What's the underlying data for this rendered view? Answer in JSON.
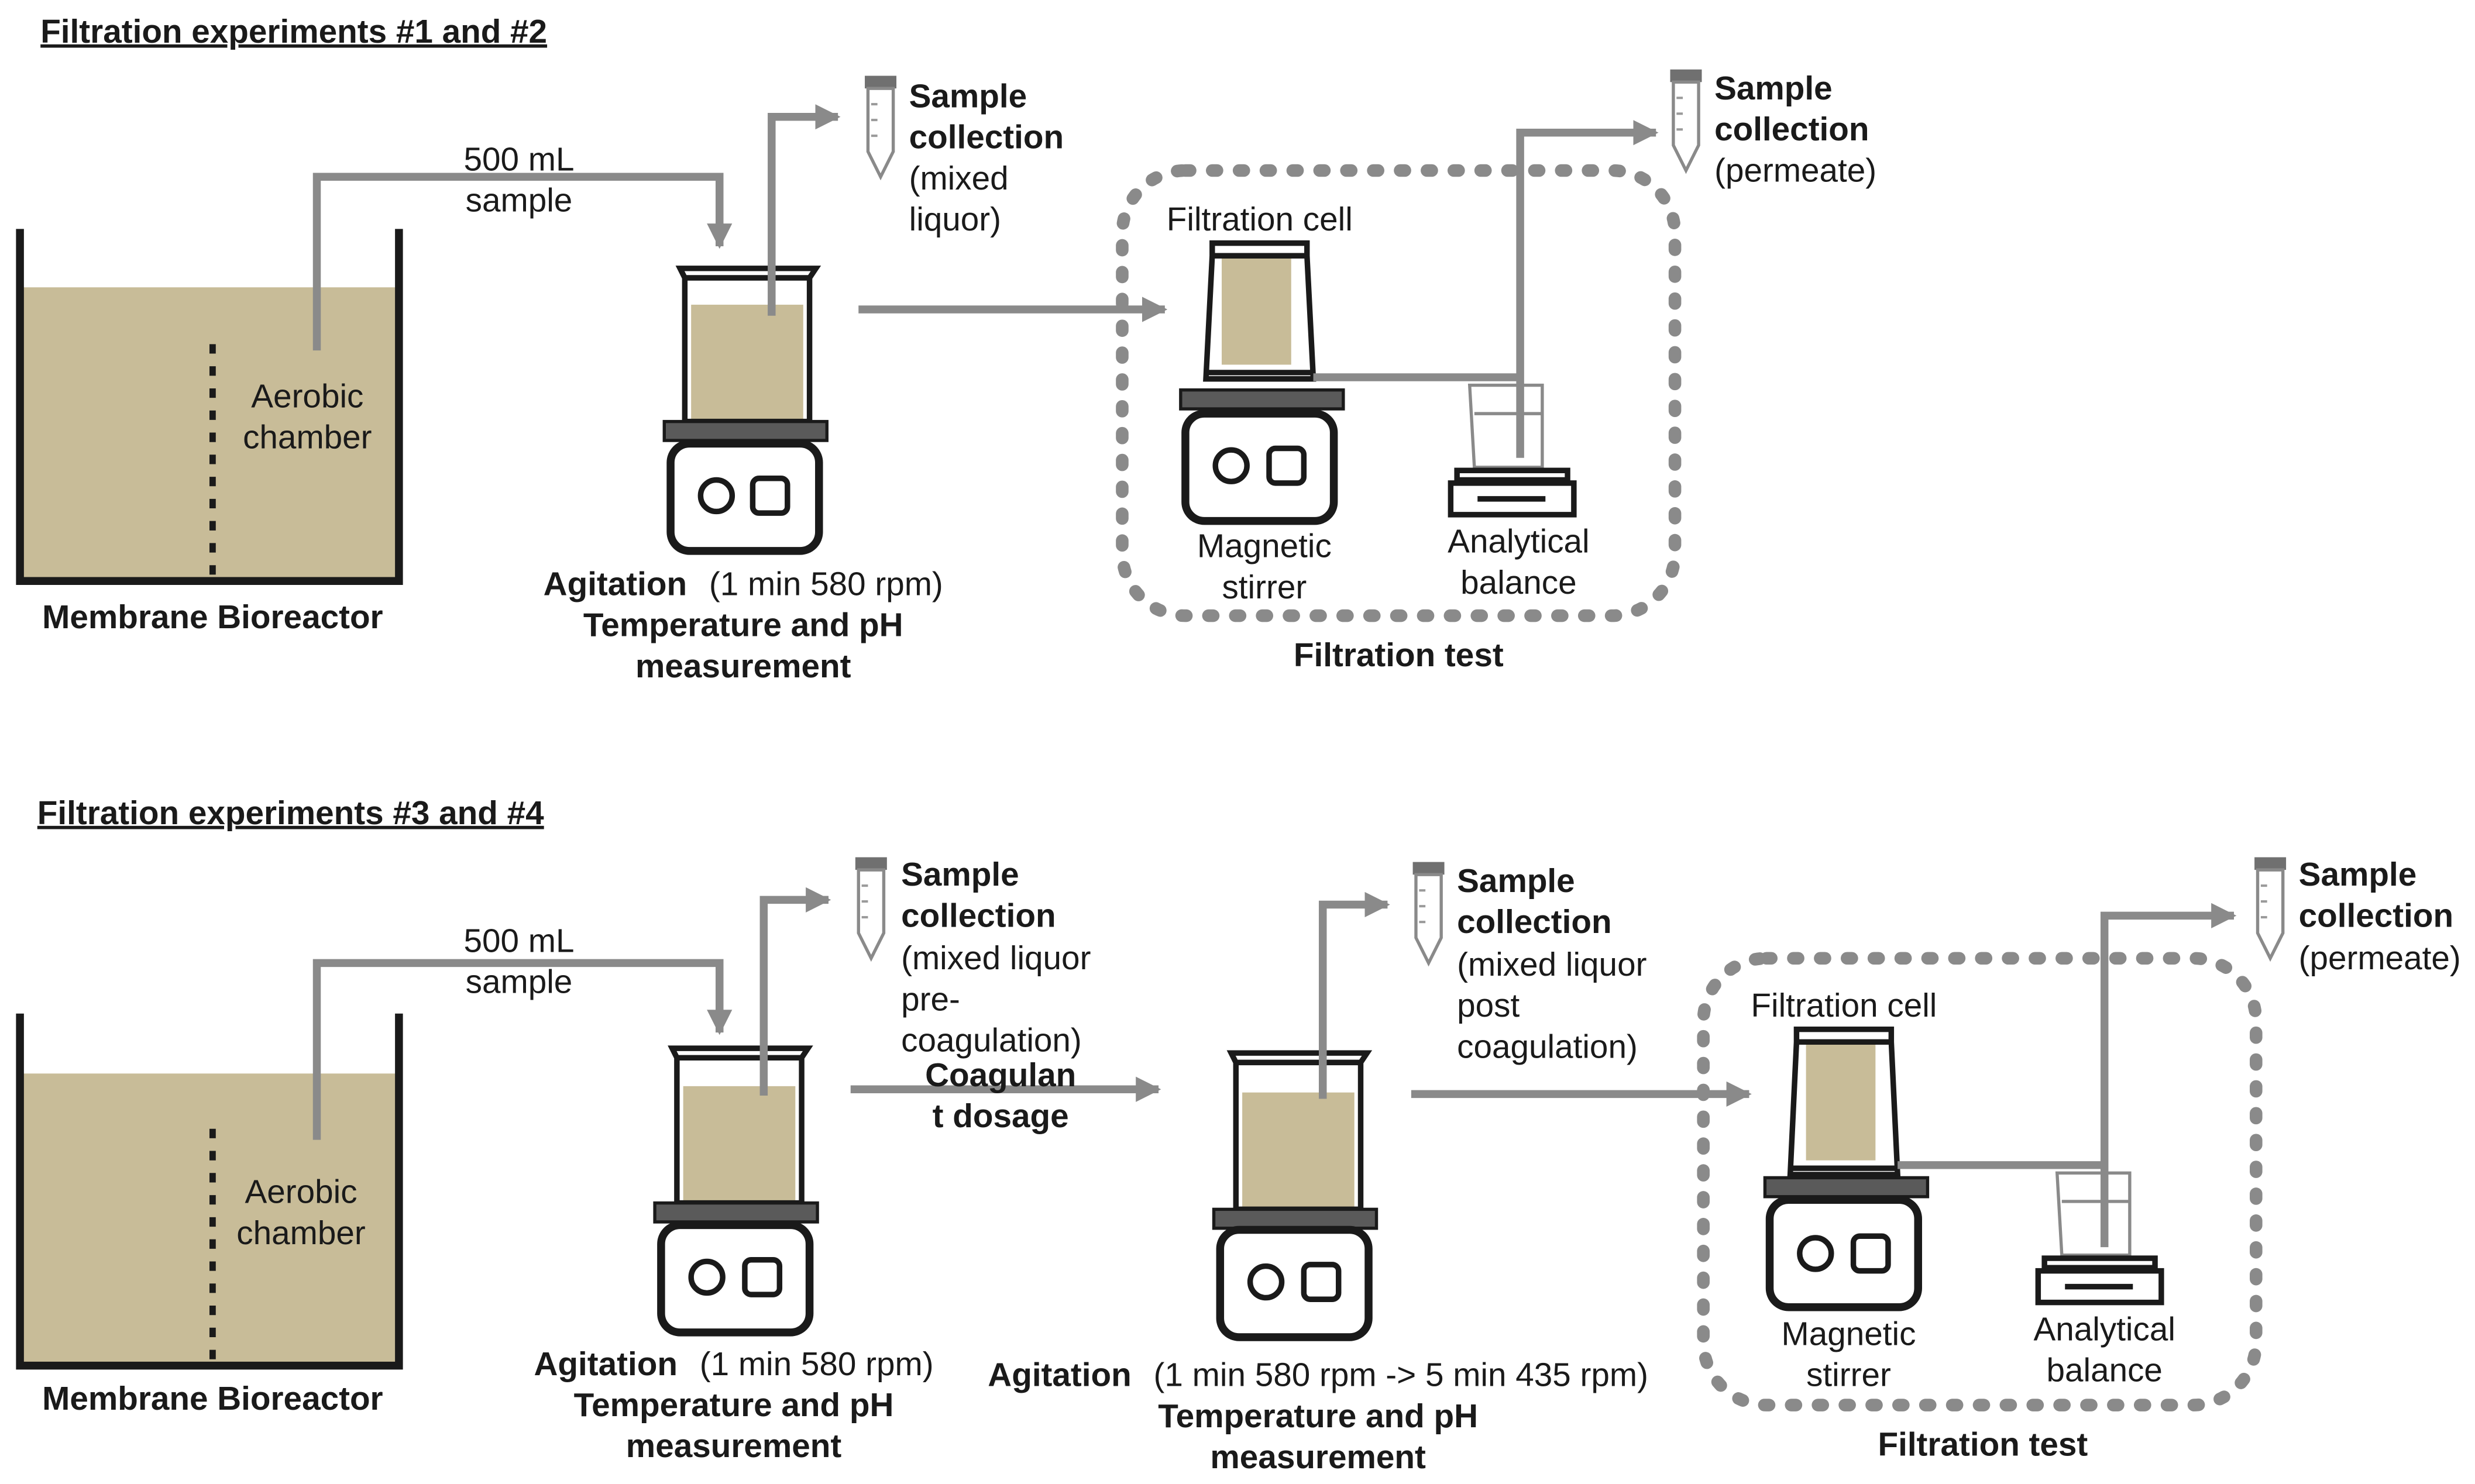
{
  "colors": {
    "sludge": "#c8bc98",
    "arrow": "#8a8a8a",
    "outline": "#1a1a1a",
    "plate": "#5a5a5a",
    "tube_cap": "#707070"
  },
  "icons": [
    "beaker-icon",
    "magnetic-stirrer-icon",
    "sample-tube-icon",
    "filtration-cell-icon",
    "analytical-balance-icon",
    "tank-icon",
    "arrow-icon"
  ],
  "panel1": {
    "heading": "Filtration experiments #1 and #2",
    "feed_label": [
      "500 mL",
      "sample"
    ],
    "chamber_label": [
      "Aerobic",
      "chamber"
    ],
    "reactor_label": "Membrane Bioreactor",
    "sample_mixed": {
      "bold": [
        "Sample",
        "collection"
      ],
      "normal": [
        "(mixed",
        "liquor)"
      ]
    },
    "agitation": {
      "bold": "Agitation",
      "detail": "(1 min 580 rpm)",
      "measure": [
        "Temperature and pH",
        "measurement"
      ]
    },
    "filtration_cell_label": "Filtration cell",
    "stirrer_label": [
      "Magnetic",
      "stirrer"
    ],
    "balance_label": [
      "Analytical",
      "balance"
    ],
    "filtration_test_label": "Filtration test",
    "sample_permeate": {
      "bold": [
        "Sample",
        "collection"
      ],
      "normal": [
        "(permeate)"
      ]
    }
  },
  "panel2": {
    "heading": "Filtration experiments #3 and #4",
    "feed_label": [
      "500 mL",
      "sample"
    ],
    "chamber_label": [
      "Aerobic",
      "chamber"
    ],
    "reactor_label": "Membrane Bioreactor",
    "sample_pre": {
      "bold": [
        "Sample",
        "collection"
      ],
      "normal": [
        "(mixed liquor",
        "pre-",
        "coagulation)"
      ]
    },
    "coagulant_label": [
      "Coagulan",
      "t dosage"
    ],
    "agitation1": {
      "bold": "Agitation",
      "detail": "(1 min 580 rpm)",
      "measure": [
        "Temperature and pH",
        "measurement"
      ]
    },
    "sample_post": {
      "bold": [
        "Sample",
        "collection"
      ],
      "normal": [
        "(mixed liquor",
        "post",
        "coagulation)"
      ]
    },
    "agitation2": {
      "bold": "Agitation",
      "detail": "(1 min 580 rpm -> 5 min 435 rpm)",
      "measure": [
        "Temperature and pH",
        "measurement"
      ]
    },
    "filtration_cell_label": "Filtration cell",
    "stirrer_label": [
      "Magnetic",
      "stirrer"
    ],
    "balance_label": [
      "Analytical",
      "balance"
    ],
    "filtration_test_label": "Filtration test",
    "sample_permeate": {
      "bold": [
        "Sample",
        "collection"
      ],
      "normal": [
        "(permeate)"
      ]
    }
  }
}
